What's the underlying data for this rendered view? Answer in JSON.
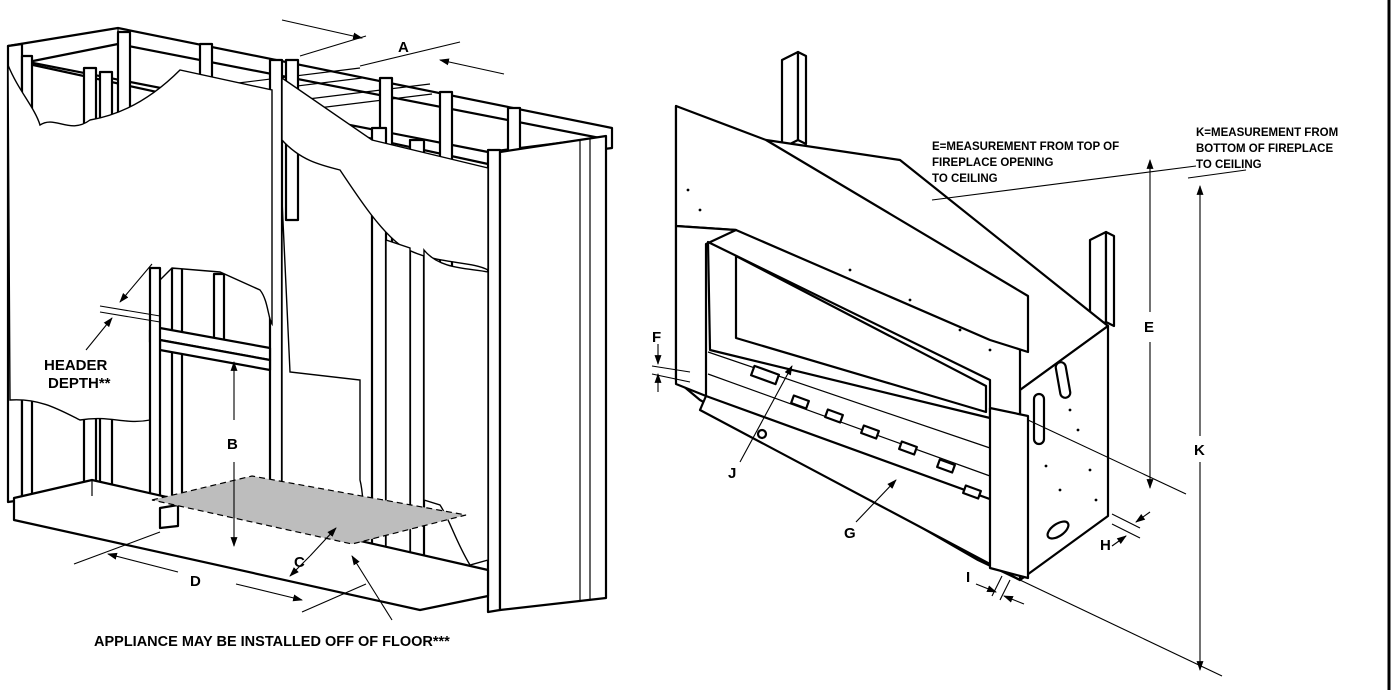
{
  "left_diagram": {
    "labels": {
      "A": "A",
      "B": "B",
      "C": "C",
      "D": "D",
      "header_depth_line1": "HEADER",
      "header_depth_line2": "DEPTH**",
      "floor_note": "APPLIANCE MAY BE INSTALLED OFF OF FLOOR***"
    }
  },
  "right_diagram": {
    "labels": {
      "E": "E",
      "F": "F",
      "G": "G",
      "H": "H",
      "I": "I",
      "J": "J",
      "K": "K"
    },
    "notes": {
      "e_line1": "E=MEASUREMENT FROM TOP OF",
      "e_line2": "FIREPLACE OPENING",
      "e_line3": "TO CEILING",
      "k_line1": "K=MEASUREMENT FROM",
      "k_line2": "BOTTOM OF FIREPLACE",
      "k_line3": "TO CEILING"
    }
  }
}
